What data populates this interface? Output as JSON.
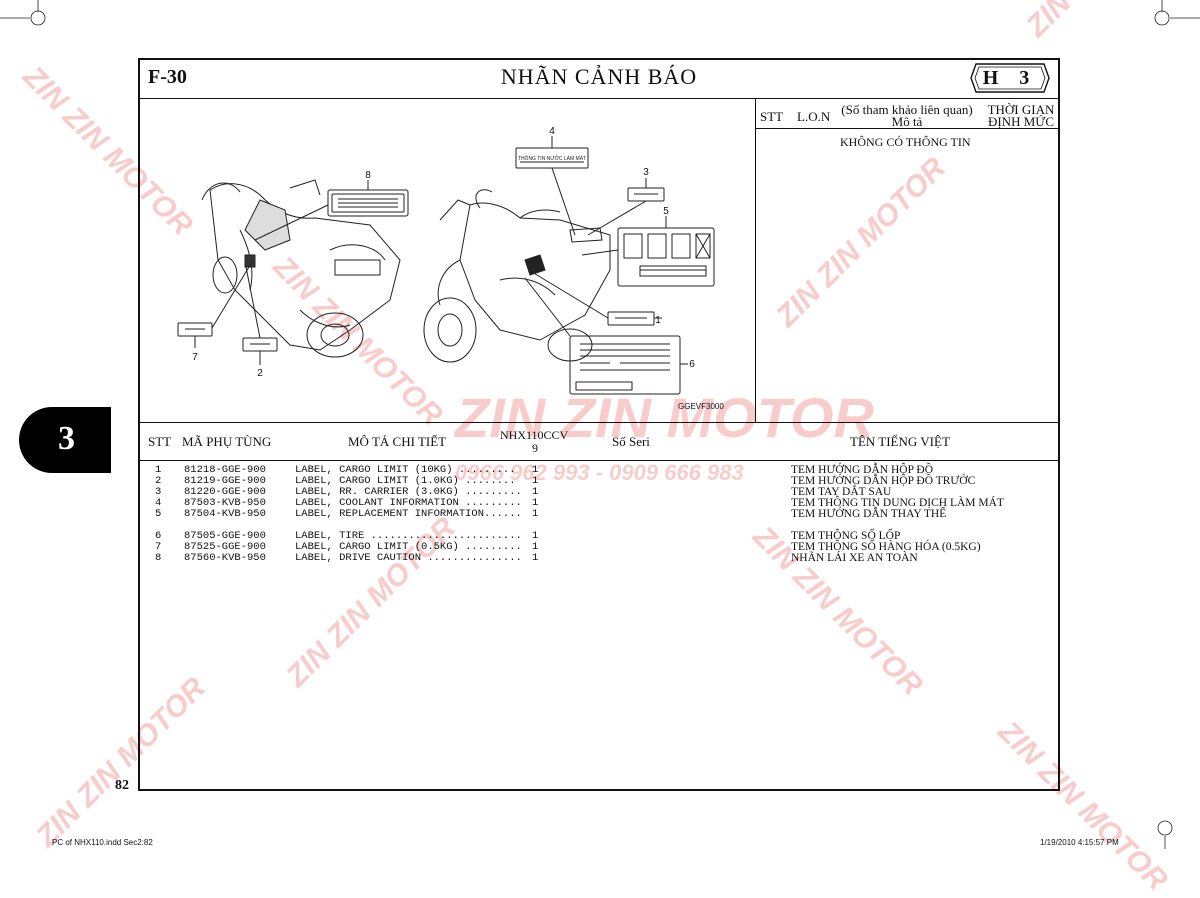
{
  "page": {
    "figure_code": "F-30",
    "title": "NHÃN CẢNH BÁO",
    "group_badge": "H 3",
    "section_number": "3",
    "page_number": "82",
    "figure_image_code": "GGEVF3000",
    "footer_left": "PC of NHX110.indd   Sec2:82",
    "footer_right": "1/19/2010   4:15:57 PM"
  },
  "ref_table": {
    "stt": "STT",
    "lon": "L.O.N",
    "ref_line1": "(Số tham khảo liên quan)",
    "ref_line2": "Mô tả",
    "time_line1": "THỜI GIAN",
    "time_line2": "ĐỊNH MỨC",
    "empty_note": "KHÔNG CÓ THÔNG TIN"
  },
  "parts_header": {
    "stt": "STT",
    "part_no": "MÃ PHỤ TÙNG",
    "description": "MÔ TẢ CHI TIẾT",
    "model_line1": "NHX110CCV",
    "model_line2": "9",
    "serial": "Số Seri",
    "vietnamese": "TÊN TIẾNG VIỆT"
  },
  "parts": [
    {
      "stt": "1",
      "part_no": "81218-GGE-900",
      "desc": "LABEL, CARGO LIMIT (10KG) .........",
      "qty": "1",
      "viet": "TEM HƯỚNG DẪN HỘP ĐỒ"
    },
    {
      "stt": "2",
      "part_no": "81219-GGE-900",
      "desc": "LABEL, CARGO LIMIT (1.0KG) ........",
      "qty": "1",
      "viet": "TEM HƯỚNG DẪN HỘP ĐỒ TRƯỚC"
    },
    {
      "stt": "3",
      "part_no": "81220-GGE-900",
      "desc": "LABEL, RR. CARRIER (3.0KG) .........",
      "qty": "1",
      "viet": "TEM TAY DẮT SAU"
    },
    {
      "stt": "4",
      "part_no": "87503-KVB-950",
      "desc": "LABEL, COOLANT INFORMATION .........",
      "qty": "1",
      "viet": "TEM THÔNG TIN DUNG DỊCH LÀM MÁT"
    },
    {
      "stt": "5",
      "part_no": "87504-KVB-950",
      "desc": "LABEL, REPLACEMENT INFORMATION......",
      "qty": "1",
      "viet": "TEM HƯỚNG DẪN THAY THẾ"
    },
    {
      "stt": "6",
      "part_no": "87505-GGE-900",
      "desc": "LABEL, TIRE ........................",
      "qty": "1",
      "viet": "TEM THÔNG SỐ LỐP"
    },
    {
      "stt": "7",
      "part_no": "87525-GGE-900",
      "desc": "LABEL, CARGO LIMIT (0.5KG) .........",
      "qty": "1",
      "viet": "TEM THÔNG SỐ HÀNG HÓA (0.5KG)"
    },
    {
      "stt": "8",
      "part_no": "87560-KVB-950",
      "desc": "LABEL, DRIVE CAUTION ...............",
      "qty": "1",
      "viet": "NHÃN LÁI XE AN TOÀN"
    }
  ],
  "callouts": {
    "c1": "1",
    "c2": "2",
    "c3": "3",
    "c4": "4",
    "c5": "5",
    "c6": "6",
    "c7": "7",
    "c8": "8",
    "label4_text": "THÔNG TIN NƯỚC LÀM MÁT"
  },
  "watermark": {
    "brand": "ZIN ZIN MOTOR",
    "phone": "0966 962 993 - 0909 666 983"
  }
}
